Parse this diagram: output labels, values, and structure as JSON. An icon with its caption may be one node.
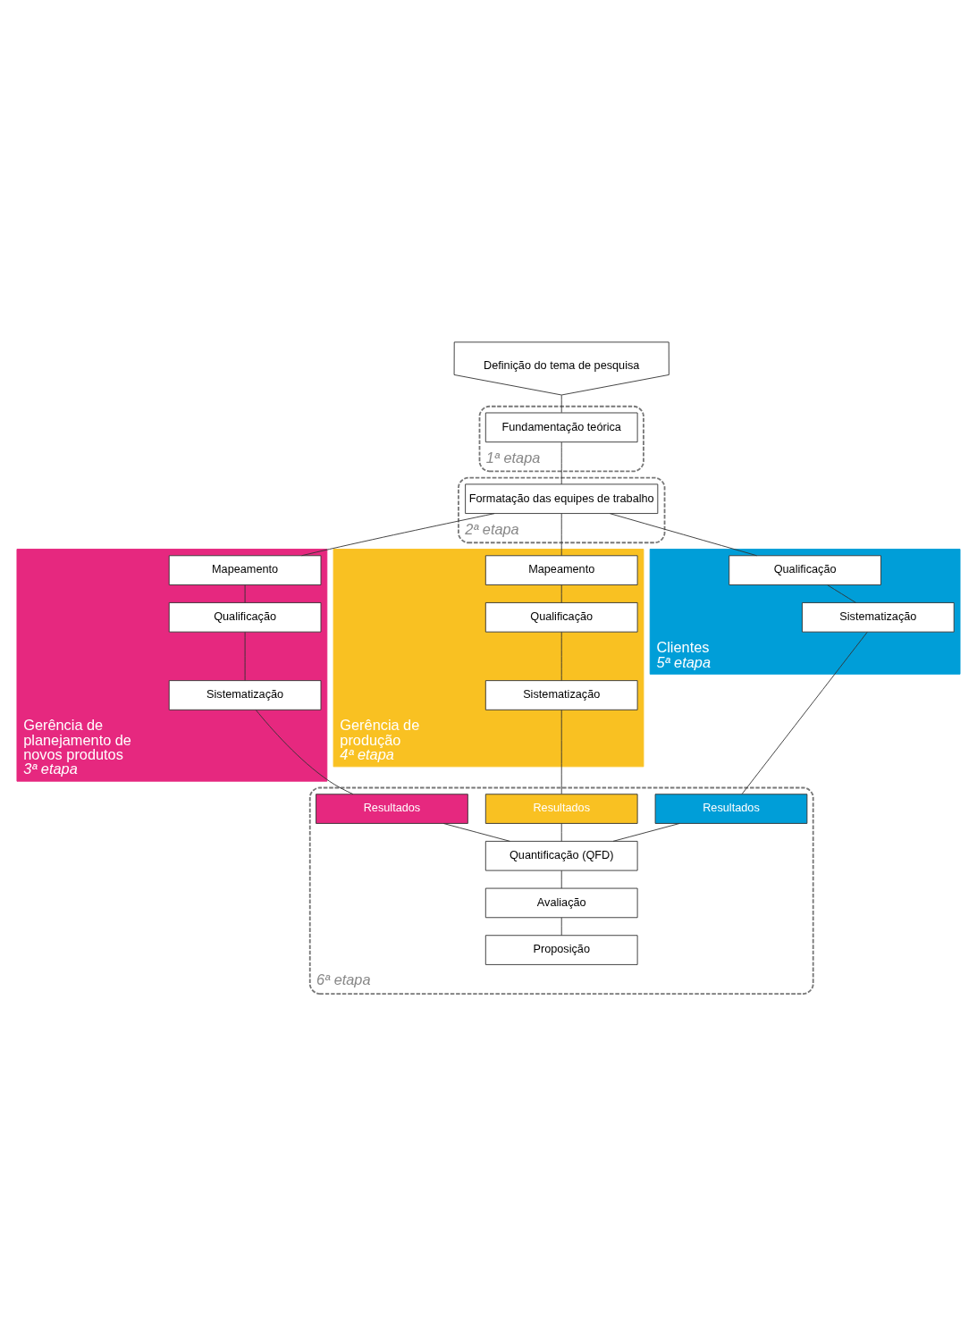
{
  "diagram": {
    "nodes": [
      {
        "text": [
          "Definição do tema de pesquisa"
        ]
      },
      {
        "text": [
          "1ª etapa"
        ]
      },
      {
        "text": [
          "Fundamentação teórica"
        ],
        "in": 1
      },
      {
        "text": [
          "2ª etapa"
        ]
      },
      {
        "text": [
          "Formatação das equipes de trabalho"
        ],
        "in": 3
      },
      {
        "text": [
          "Gerência de planejamento de novos produtos",
          "3ª etapa"
        ]
      },
      {
        "text": [
          "Mapeamento"
        ],
        "in": 5
      },
      {
        "text": [
          "Qualificação"
        ],
        "in": 5
      },
      {
        "text": [
          "Sistematização"
        ],
        "in": 5
      },
      {
        "text": [
          "Gerência de produção",
          "4ª etapa"
        ]
      },
      {
        "text": [
          "Mapeamento"
        ],
        "in": 9
      },
      {
        "text": [
          "Qualificação"
        ],
        "in": 9
      },
      {
        "text": [
          "Sistematização"
        ],
        "in": 9
      },
      {
        "text": [
          "Clientes",
          "5ª etapa"
        ]
      },
      {
        "text": [
          "Qualificação"
        ],
        "in": 13
      },
      {
        "text": [
          "Sistematização"
        ],
        "in": 13
      },
      {
        "text": [
          "6ª etapa"
        ]
      },
      {
        "text": [
          "Resultados"
        ],
        "in": 16
      },
      {
        "text": [
          "Resultados"
        ],
        "in": 16
      },
      {
        "text": [
          "Resultados"
        ],
        "in": 16
      },
      {
        "text": [
          "Quantificação (QFD)"
        ],
        "in": 16
      },
      {
        "text": [
          "Avaliação"
        ],
        "in": 16
      },
      {
        "text": [
          "Proposição"
        ],
        "in": 16
      }
    ],
    "edges": [
      {
        "from": 0,
        "to": 2,
        "arrow": "none"
      },
      {
        "from": 2,
        "to": 4,
        "arrow": "none"
      },
      {
        "from": 4,
        "to": 6,
        "arrow": "none"
      },
      {
        "from": 6,
        "to": 7,
        "arrow": "none"
      },
      {
        "from": 7,
        "to": 8,
        "arrow": "none"
      },
      {
        "from": 4,
        "to": 10,
        "arrow": "none"
      },
      {
        "from": 10,
        "to": 11,
        "arrow": "none"
      },
      {
        "from": 11,
        "to": 12,
        "arrow": "none"
      },
      {
        "from": 4,
        "to": 14,
        "arrow": "none"
      },
      {
        "from": 14,
        "to": 15,
        "arrow": "none"
      },
      {
        "from": 8,
        "to": 17,
        "arrow": "none"
      },
      {
        "from": 12,
        "to": 18,
        "arrow": "none"
      },
      {
        "from": 15,
        "to": 19,
        "arrow": "none"
      },
      {
        "from": 17,
        "to": 20,
        "arrow": "none"
      },
      {
        "from": 18,
        "to": 20,
        "arrow": "none"
      },
      {
        "from": 19,
        "to": 20,
        "arrow": "none"
      },
      {
        "from": 20,
        "to": 21,
        "arrow": "none"
      },
      {
        "from": 21,
        "to": 22,
        "arrow": "none"
      }
    ]
  }
}
